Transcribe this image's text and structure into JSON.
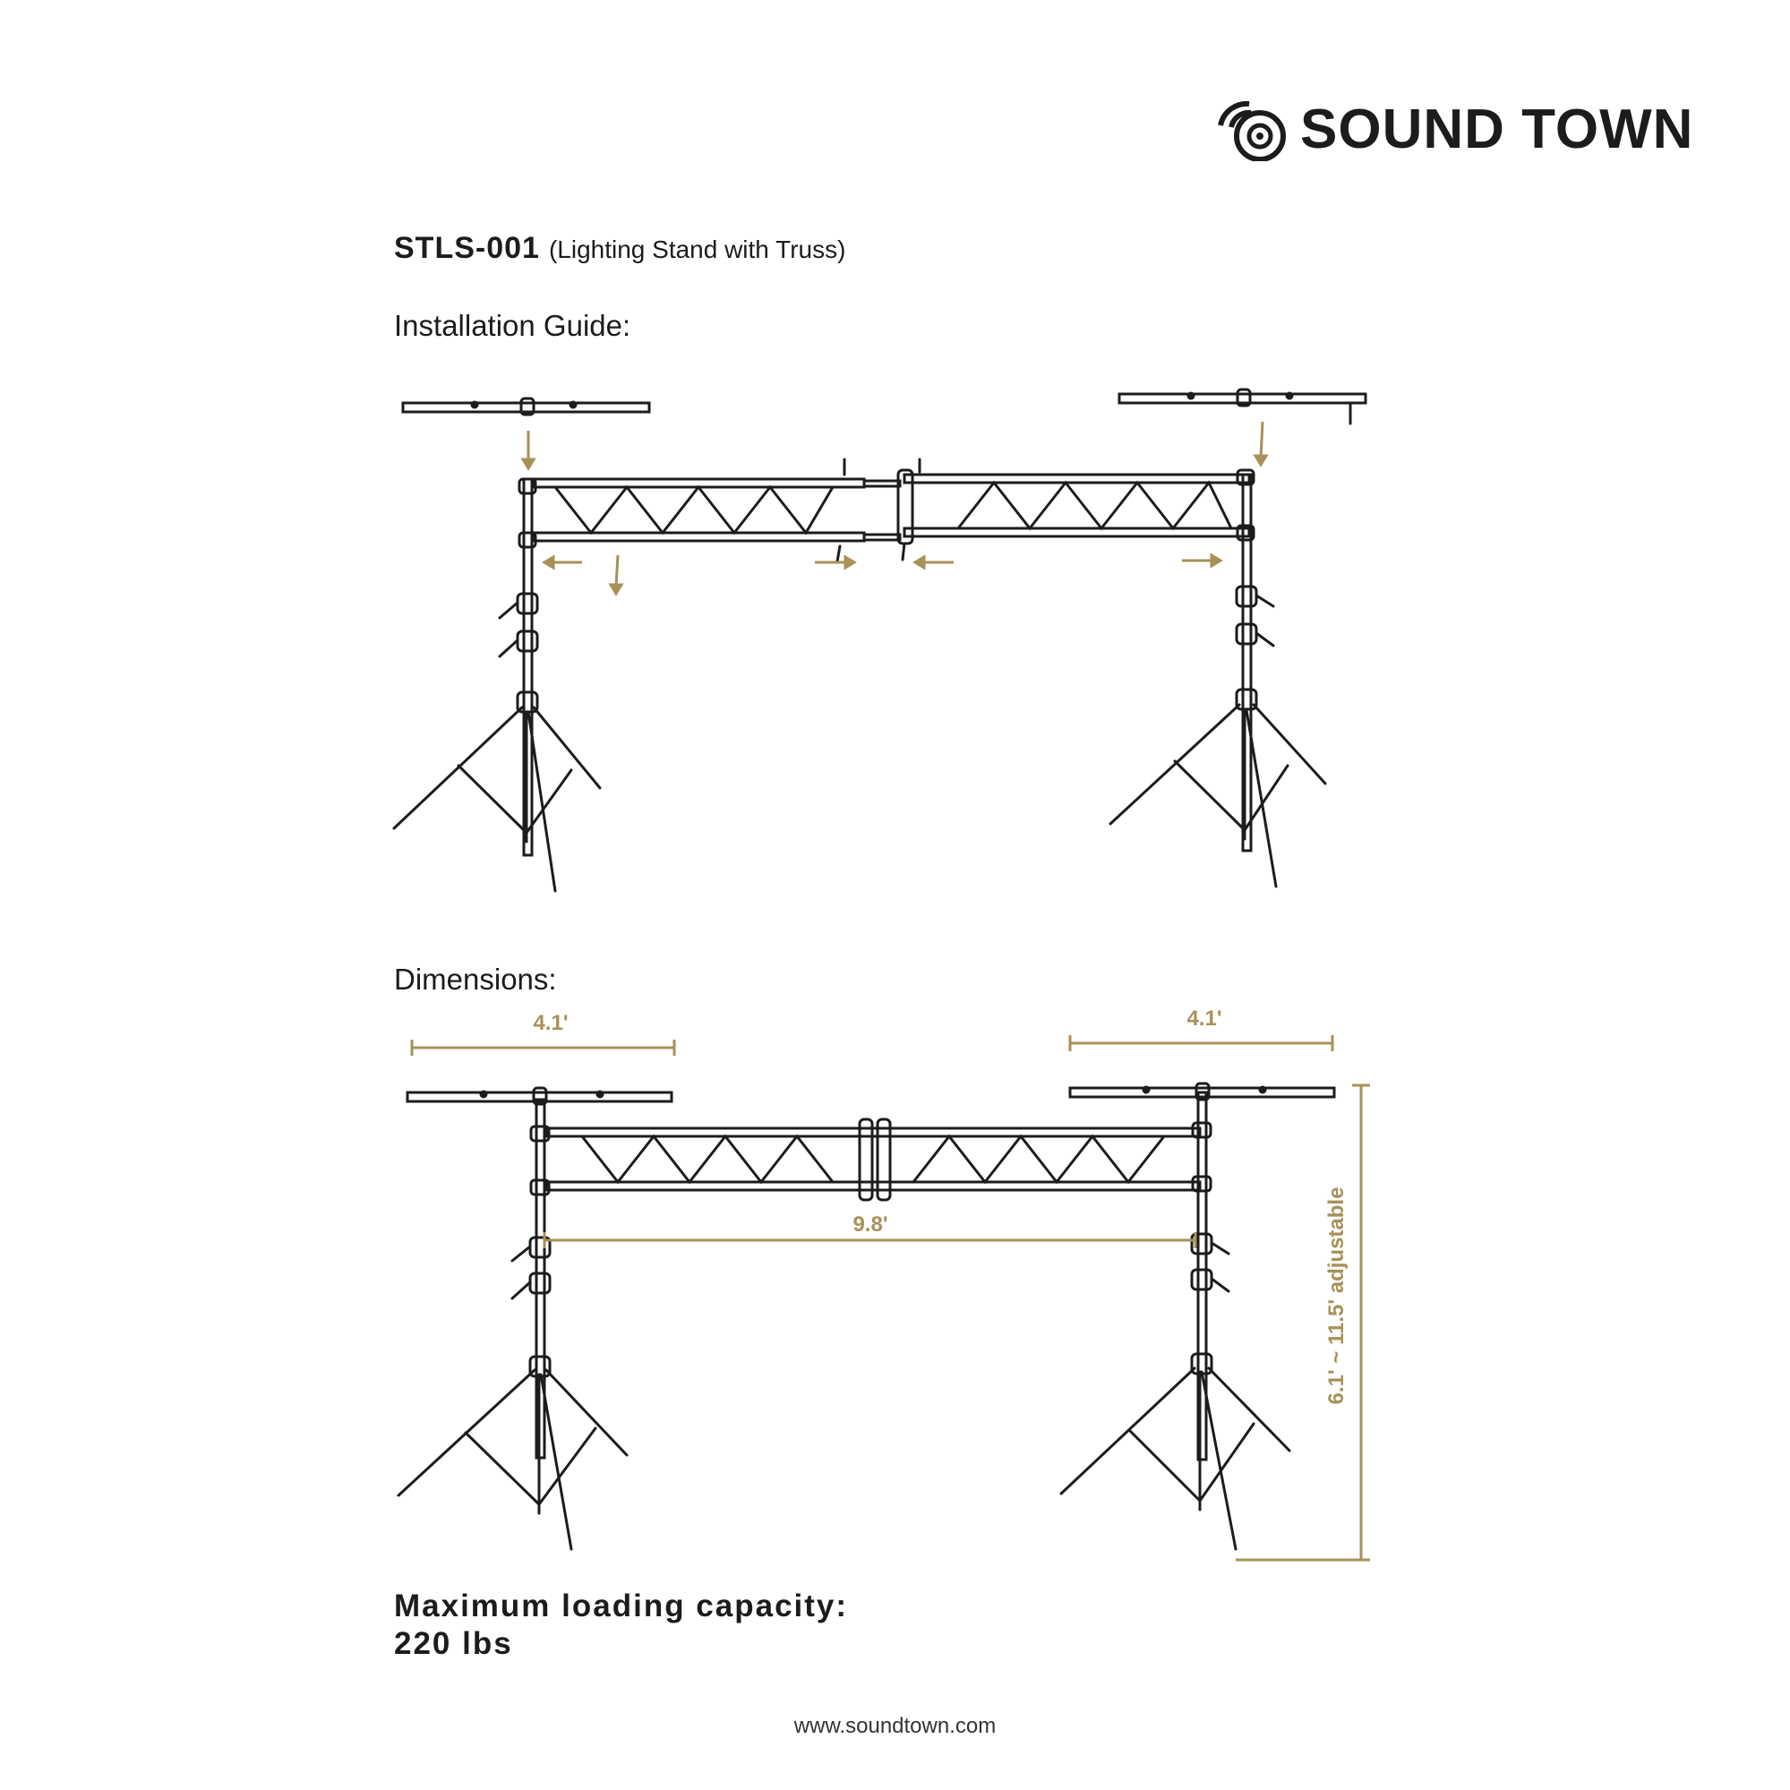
{
  "brand": {
    "name": "SOUND TOWN",
    "logo_icon": "vinyl-record-logo-icon"
  },
  "header": {
    "model": "STLS-001",
    "description": "(Lighting Stand with Truss)"
  },
  "sections": {
    "installation": "Installation Guide:",
    "dimensions": "Dimensions:"
  },
  "dimensions": {
    "left_bar_width": "4.1'",
    "right_bar_width": "4.1'",
    "truss_span": "9.8'",
    "height_range": "6.1' ~ 11.5' adjustable"
  },
  "capacity": {
    "label": "Maximum loading capacity:",
    "value": "220 lbs"
  },
  "footer": {
    "website": "www.soundtown.com"
  },
  "colors": {
    "accent": "#a89158",
    "text": "#1c1c1c"
  }
}
